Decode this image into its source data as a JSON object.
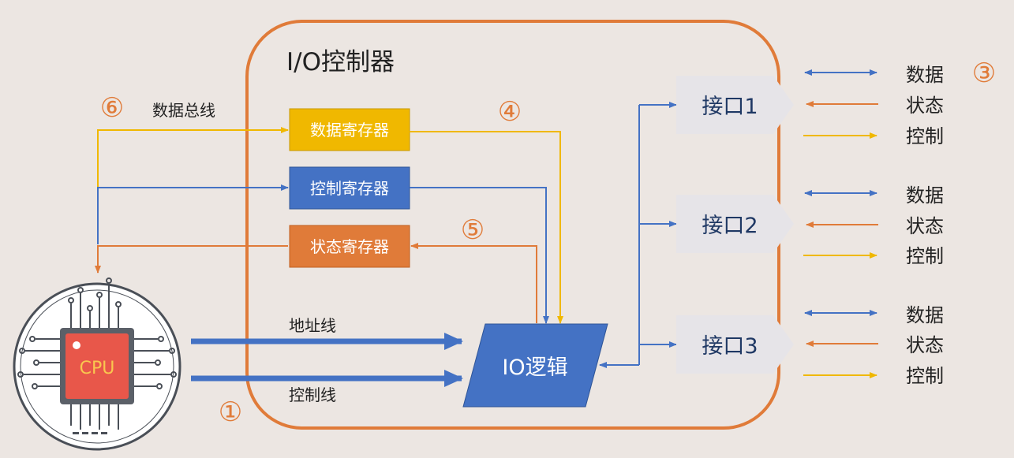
{
  "controller_title": "I/O控制器",
  "data_bus_label": "数据总线",
  "registers": {
    "data": "数据寄存器",
    "control": "控制寄存器",
    "status": "状态寄存器"
  },
  "io_logic": "IO逻辑",
  "lines": {
    "address": "地址线",
    "control": "控制线"
  },
  "cpu_label": "CPU",
  "interfaces": [
    "接口1",
    "接口2",
    "接口3"
  ],
  "signals": [
    "数据",
    "状态",
    "控制"
  ],
  "markers": [
    "①",
    "③",
    "④",
    "⑤",
    "⑥"
  ],
  "colors": {
    "orange": "#e07b39",
    "blue": "#4472c4",
    "yellow": "#f0b800",
    "navy": "#1f3864",
    "cpu_red": "#e8574a"
  }
}
